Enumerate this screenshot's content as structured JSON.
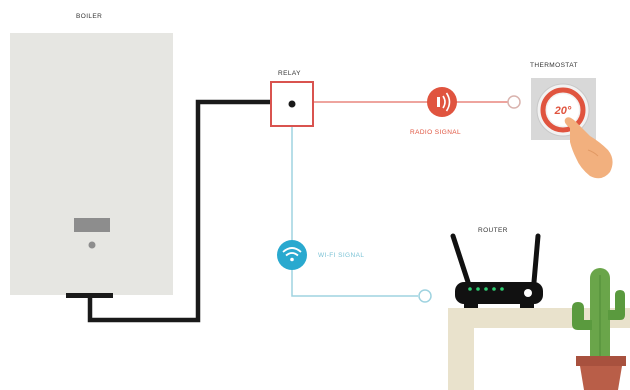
{
  "labels": {
    "boiler": "BOILER",
    "relay": "RELAY",
    "thermostat": "THERMOSTAT",
    "radio_signal": "RADIO SIGNAL",
    "router": "ROUTER",
    "wifi_signal": "WI-FI SIGNAL",
    "thermostat_display": "20°"
  },
  "colors": {
    "boiler_body": "#e6e6e2",
    "wire": "#1a1a1a",
    "relay_border": "#d9534f",
    "radio_line": "#e8867f",
    "radio_icon": "#e0543f",
    "wifi_line": "#9fd3e0",
    "wifi_icon": "#29a9cf",
    "thermostat_bezel": "#d8d8d8",
    "hand": "#f2b07e",
    "router_body": "#111111",
    "router_led": "#2ecc71",
    "shelf": "#e9e2cc",
    "cactus": "#6aa54a",
    "pot": "#b95e48"
  },
  "icons": {
    "radio": "radio-wave-icon",
    "wifi": "wifi-icon",
    "hand": "hand-pointer-icon"
  }
}
